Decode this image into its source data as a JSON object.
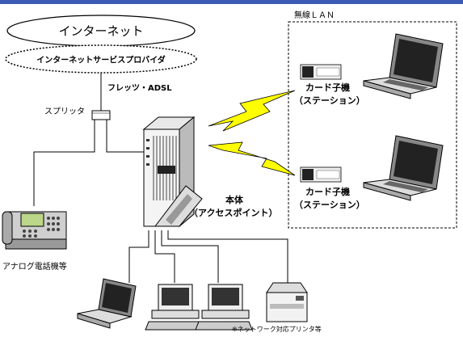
{
  "labels": {
    "internet": "インターネット",
    "isp": "インターネットサービスプロバイダ",
    "line": "フレッツ・ADSL",
    "splitter": "スプリッタ",
    "wireless_lan": "無線ＬＡＮ",
    "card1_line1": "カード子機",
    "card1_line2": "（ステーション）",
    "card2_line1": "カード子機",
    "card2_line2": "（ステーション）",
    "main_line1": "本体",
    "main_line2": "（アクセスポイント）",
    "analog_phone": "アナログ電話機等",
    "printer_note": "※ネットワーク対応プリンタ等"
  },
  "colors": {
    "lightning": "#ffff00",
    "top_bar": "#3a5bb5",
    "dashed_border": "#000000"
  }
}
